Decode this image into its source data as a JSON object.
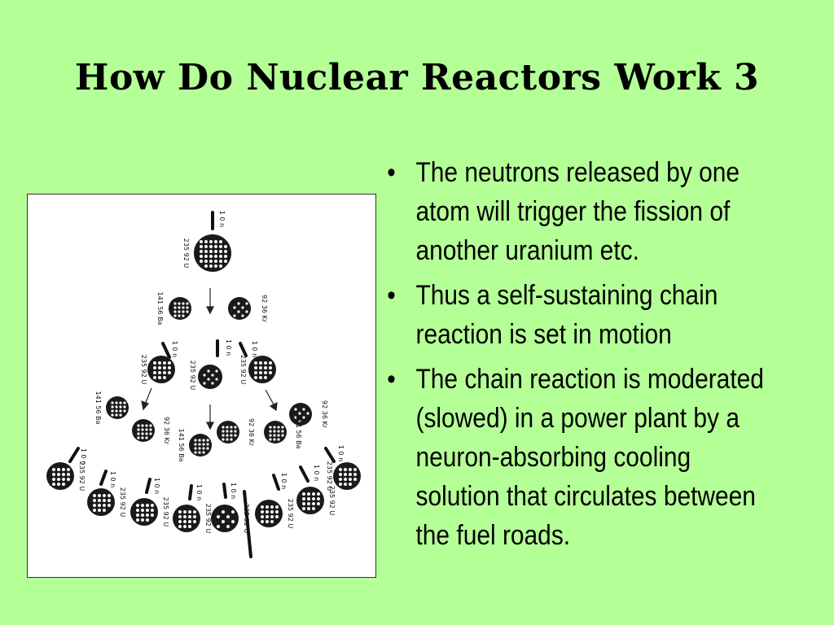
{
  "slide": {
    "title": "How Do Nuclear Reactors Work 3"
  },
  "bullets": [
    "The neutrons released by one atom will trigger the fission of another uranium etc.",
    "Thus a self-sustaining chain reaction is set in motion",
    "The chain reaction is moderated (slowed) in a power plant by a neuron-absorbing cooling solution that circulates between the fuel roads."
  ],
  "diagram": {
    "nuclide_labels": {
      "u235": "235 92 U",
      "ba141": "141 56 Ba",
      "kr92": "92 36 Kr",
      "neutron": "1 0 n"
    }
  }
}
